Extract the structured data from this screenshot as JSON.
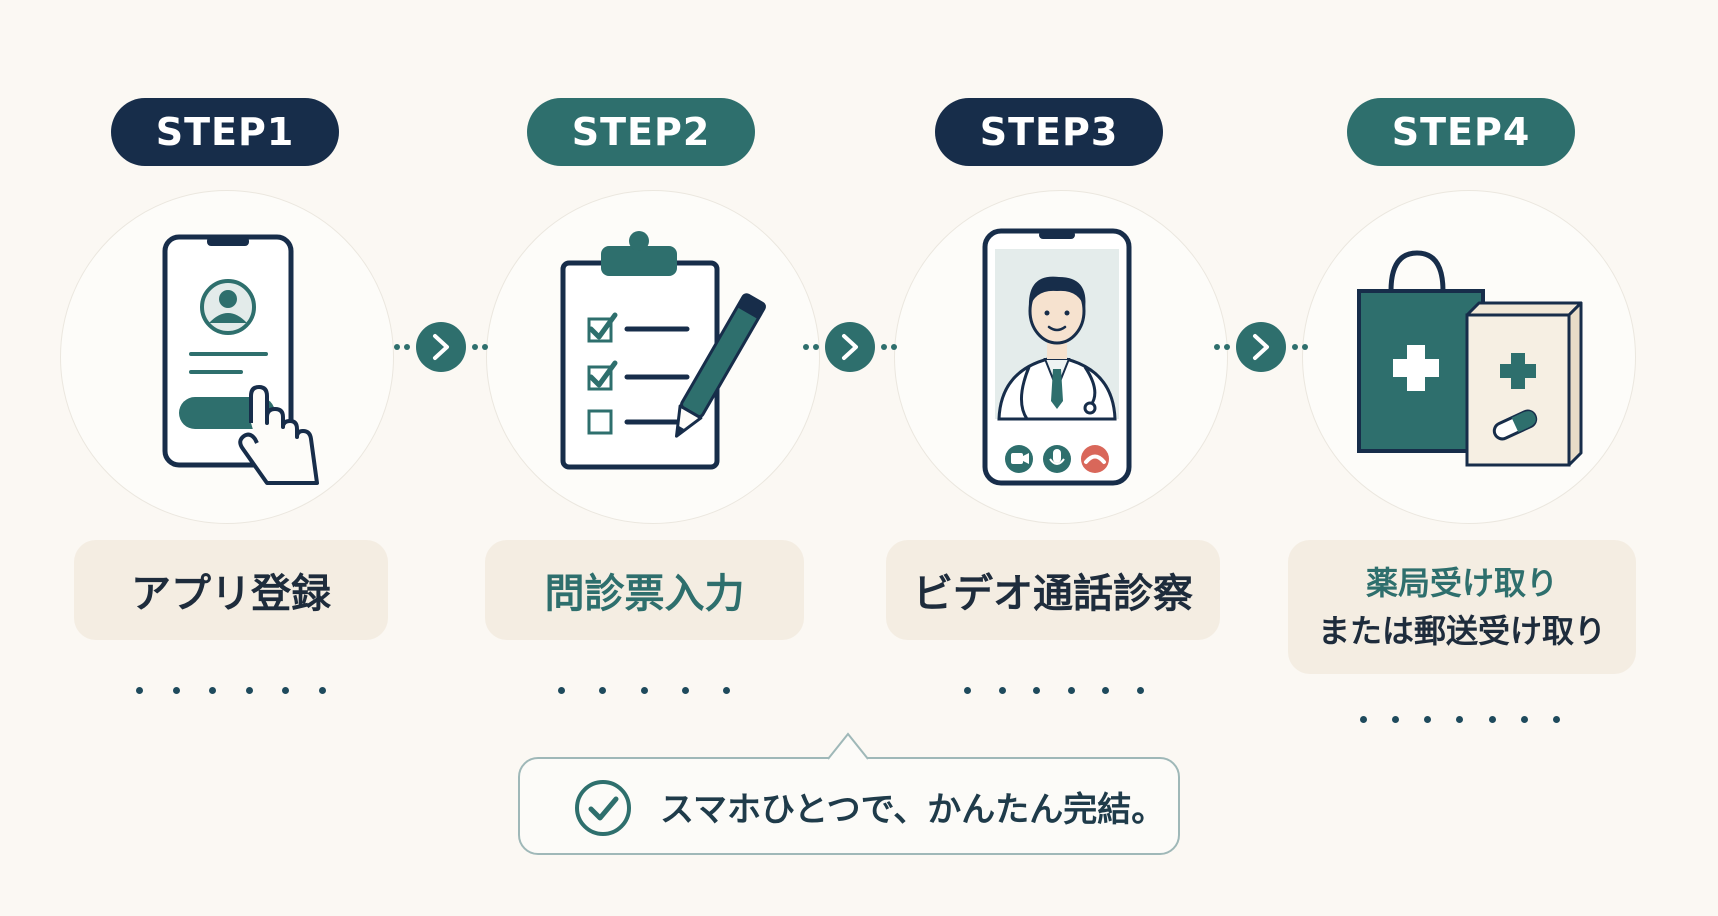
{
  "steps": [
    {
      "badge": "STEP1",
      "label_lines": [
        "アプリ登録"
      ]
    },
    {
      "badge": "STEP2",
      "label_lines": [
        "問診票入力"
      ]
    },
    {
      "badge": "STEP3",
      "label_lines": [
        "ビデオ通話診察"
      ]
    },
    {
      "badge": "STEP4",
      "label_lines": [
        "薬局受け取り",
        "または郵送受け取り"
      ]
    }
  ],
  "callout": {
    "text": "スマホひとつで、かんたん完結。"
  },
  "colors": {
    "navy": "#172d4a",
    "teal": "#2e6f6d",
    "background": "#fbf8f3",
    "label_bg": "#f4ede2",
    "red": "#d9675a"
  },
  "icons": [
    "smartphone-register-icon",
    "clipboard-checklist-icon",
    "video-call-doctor-icon",
    "pharmacy-bag-box-icon",
    "chevron-right-icon",
    "check-circle-icon"
  ]
}
